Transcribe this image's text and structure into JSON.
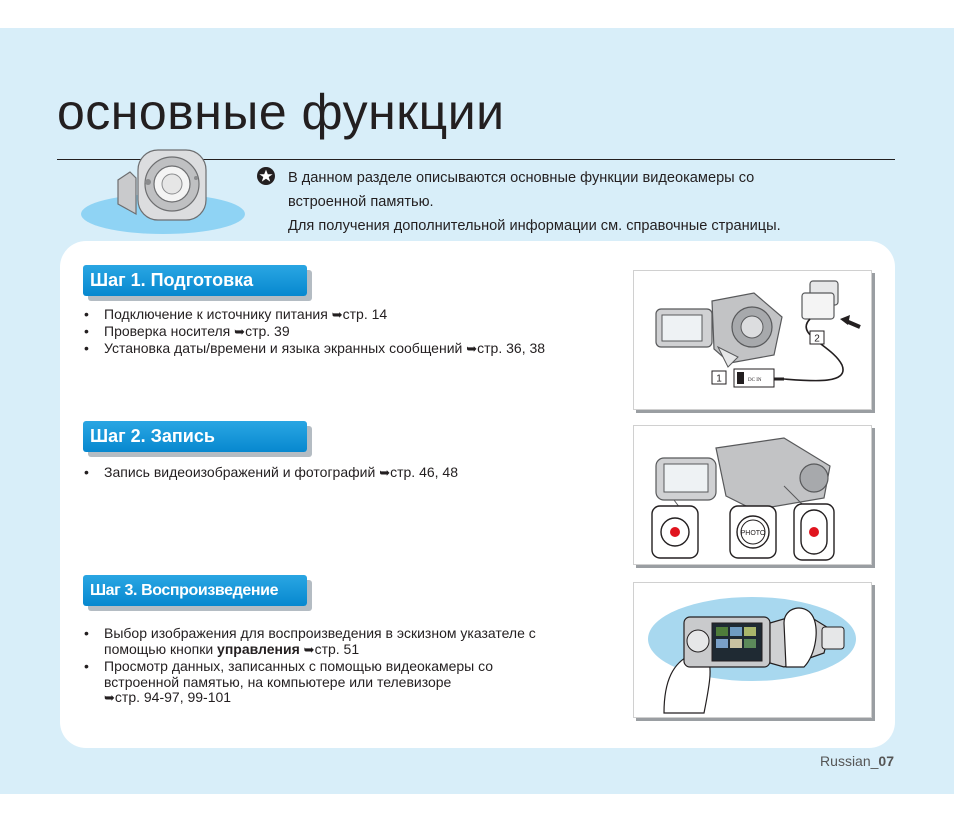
{
  "header": {
    "title": "основные функции"
  },
  "intro": {
    "icon": "star-icon",
    "lines": [
      "В данном разделе описываются основные функции видеокамеры со",
      "встроенной памятью.",
      "Для получения дополнительной информации см. справочные страницы."
    ]
  },
  "steps": [
    {
      "heading": "Шаг 1. Подготовка",
      "items": [
        {
          "text": "Подключение к источнику питания ",
          "ref": "стр. 14"
        },
        {
          "text": "Проверка носителя ",
          "ref": "стр. 39"
        },
        {
          "text": "Установка даты/времени и языка экранных сообщений ",
          "ref": "стр. 36, 38"
        }
      ],
      "figure_labels": [
        "1",
        "2",
        "DC IN"
      ]
    },
    {
      "heading": "Шаг 2. Запись",
      "items": [
        {
          "text": "Запись видеоизображений и фотографий ",
          "ref": "стр. 46, 48"
        }
      ],
      "figure_labels": [
        "PHOTO"
      ]
    },
    {
      "heading": "Шаг 3. Воспроизведение",
      "items": [
        {
          "line1": "Выбор изображения для воспроизведения в эскизном указателе с",
          "line2_pre": "помощью кнопки ",
          "line2_bold": "управления",
          "ref": "стр. 51"
        },
        {
          "line1": "Просмотр данных, записанных с помощью видеокамеры со",
          "line2": "встроенной памятью, на компьютере или телевизоре",
          "ref": "стр. 94-97, 99-101"
        }
      ]
    }
  ],
  "arrow_glyph": "➥",
  "footer": {
    "language": "Russian_",
    "page_number": "07"
  },
  "colors": {
    "band": "#d8eef9",
    "heading_blue": "#0a8fd6",
    "record_red": "#e0141e"
  }
}
